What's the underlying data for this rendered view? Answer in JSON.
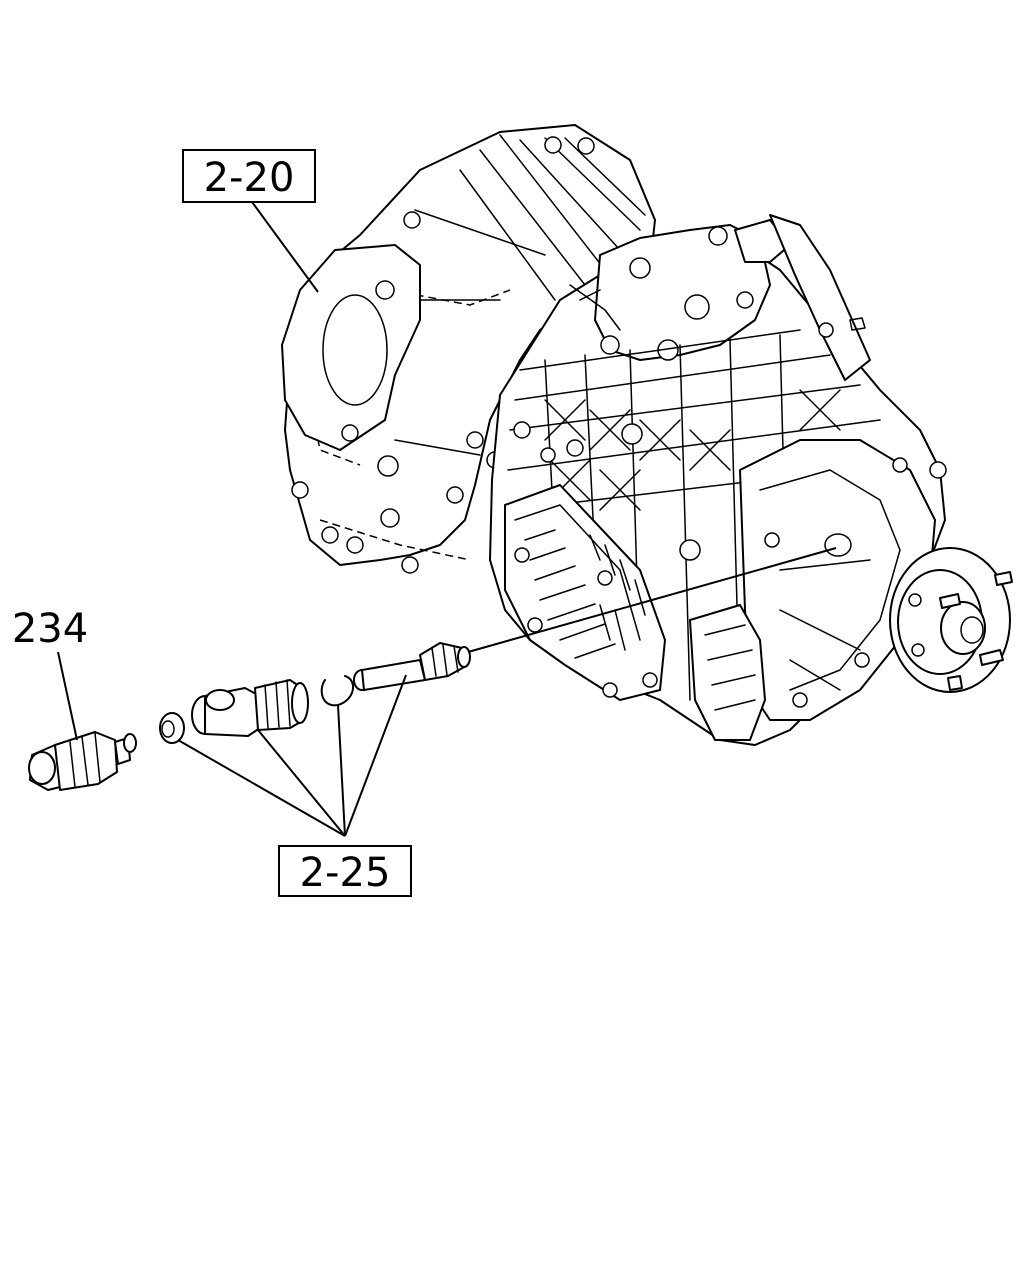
{
  "labels": {
    "transmission_ref": "2-20",
    "speed_sensor_part": "234",
    "speedometer_drive_ref": "2-25"
  }
}
